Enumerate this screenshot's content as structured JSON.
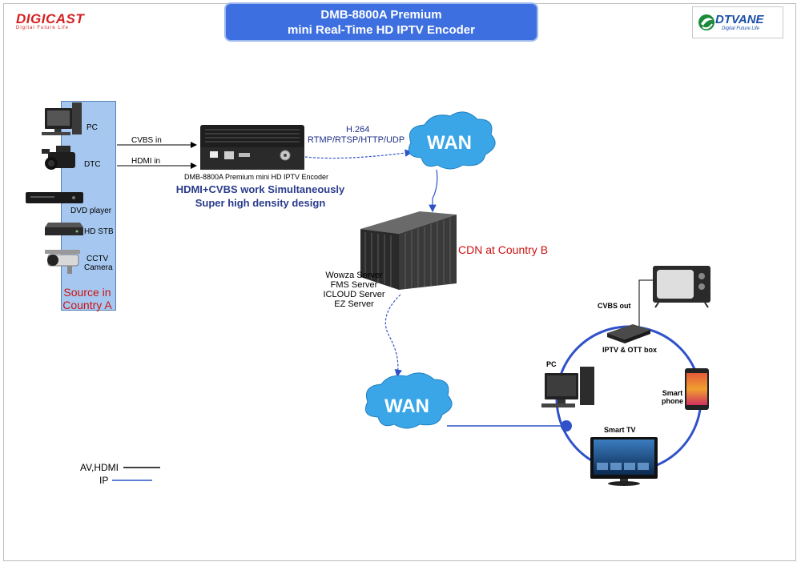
{
  "title": {
    "line1": "DMB-8800A Premium",
    "line2": "mini Real-Time HD IPTV Encoder"
  },
  "logos": {
    "left": "DIGICAST",
    "left_tagline": "Digital Future Life",
    "right": "DTVANE",
    "right_tagline": "Digital Future Life"
  },
  "sources": {
    "items": [
      "PC",
      "DTC",
      "DVD player",
      "HD STB",
      "CCTV",
      "Camera"
    ],
    "caption_line1": "Source in",
    "caption_line2": "Country A"
  },
  "inputs": {
    "cvbs": "CVBS in",
    "hdmi": "HDMI in"
  },
  "encoder": {
    "caption": "DMB-8800A Premium mini HD IPTV Encoder",
    "feature1": "HDMI+CVBS work Simultaneously",
    "feature2": "Super high density design"
  },
  "stream": {
    "codec": "H.264",
    "protocols": "RTMP/RTSP/HTTP/UDP"
  },
  "wan_top": "WAN",
  "cdn": {
    "label": "CDN at Country B",
    "servers": [
      "Wowza Server",
      "FMS Server",
      "ICLOUD Server",
      "EZ Server"
    ]
  },
  "wan_bottom": "WAN",
  "endpoints": {
    "cvbs_out": "CVBS out",
    "box": "IPTV & OTT box",
    "pc": "PC",
    "phone_line1": "Smart",
    "phone_line2": "phone",
    "smart_tv": "Smart TV"
  },
  "legend": {
    "av_hdmi": "AV,HDMI",
    "ip": "IP"
  },
  "colors": {
    "title_bg": "#3d6fe0",
    "ip_line": "#2f52c9",
    "source_panel": "#a6c8f0",
    "cloud": "#3aa6e8",
    "brand_red": "#d62020"
  }
}
